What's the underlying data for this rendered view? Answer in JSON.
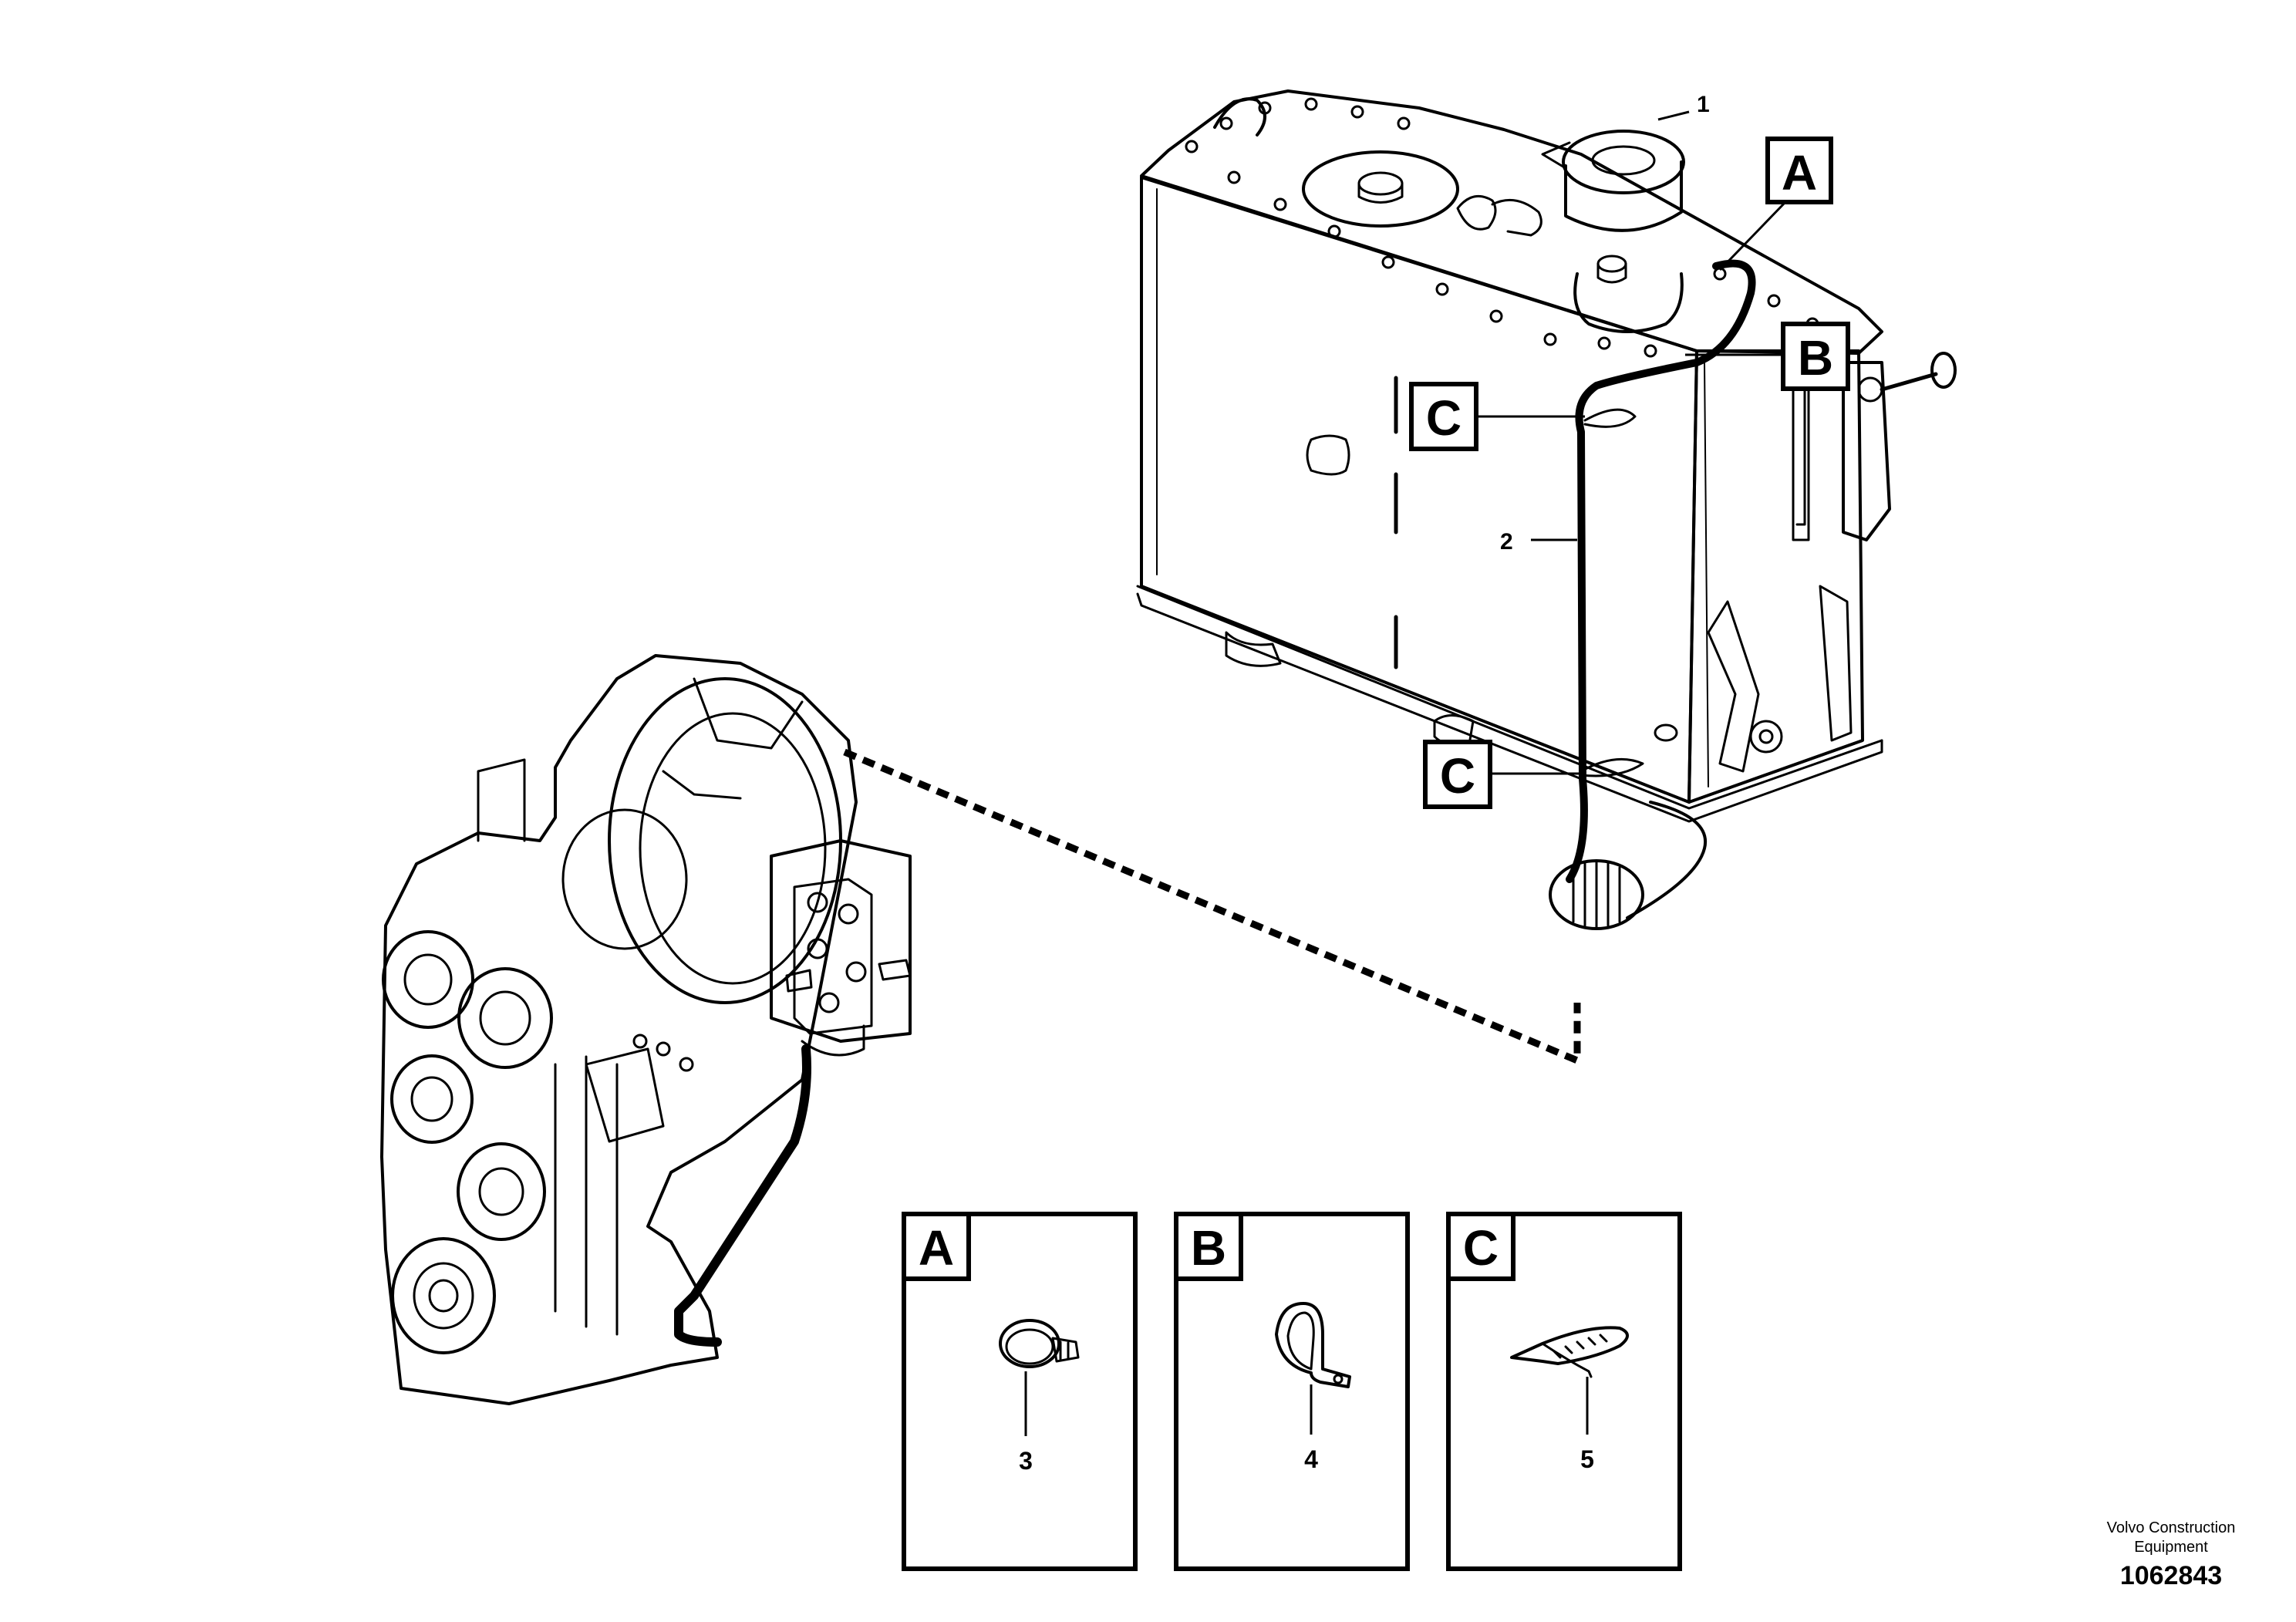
{
  "callouts": {
    "item_1": "1",
    "item_2": "2",
    "item_3": "3",
    "item_4": "4",
    "item_5": "5"
  },
  "reference_letters": {
    "a": "A",
    "b": "B",
    "c": "C"
  },
  "detail_panels": [
    {
      "letter": "A",
      "item": "3",
      "part": "hose-clamp"
    },
    {
      "letter": "B",
      "item": "4",
      "part": "p-clip"
    },
    {
      "letter": "C",
      "item": "5",
      "part": "cable-tie"
    }
  ],
  "credit": {
    "line1": "Volvo Construction",
    "line2": "Equipment",
    "drawing_number": "1062843"
  }
}
